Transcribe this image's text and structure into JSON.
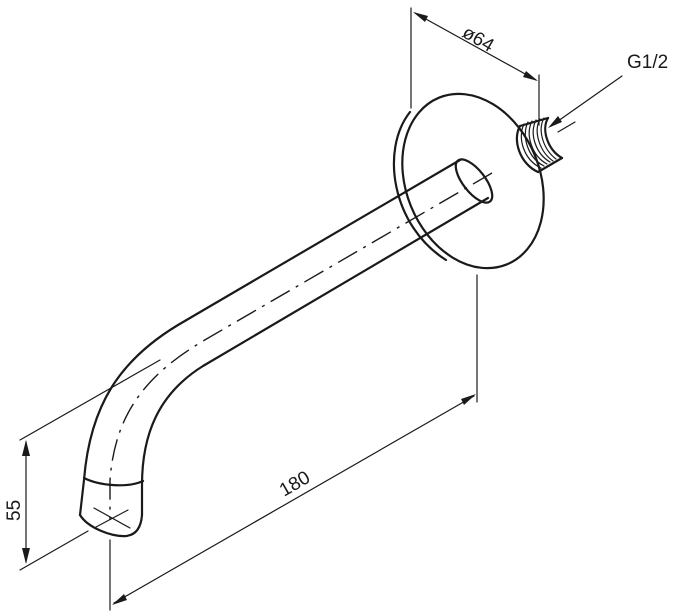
{
  "dimensions": {
    "flange_diameter": "ø64",
    "thread": "G1/2",
    "length": "180",
    "height": "55"
  }
}
